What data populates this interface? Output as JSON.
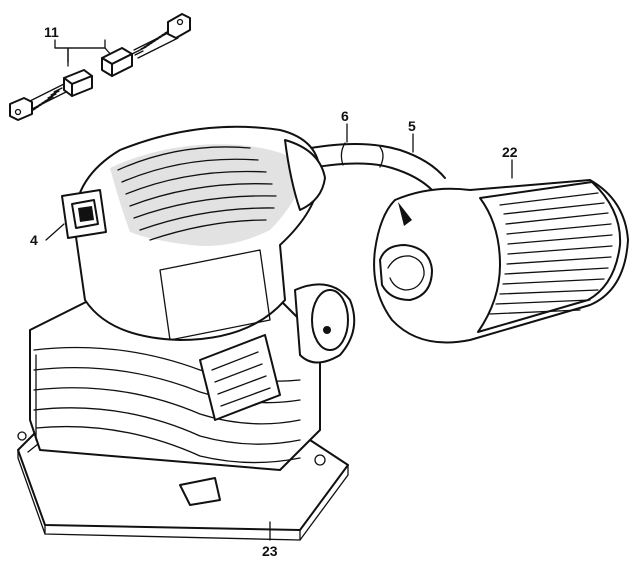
{
  "callouts": {
    "brushes": "11",
    "switch": "4",
    "cord_guard": "6",
    "cord": "5",
    "dust_canister": "22",
    "base_pad": "23"
  },
  "colors": {
    "ink": "#111111",
    "paper": "#ffffff"
  }
}
